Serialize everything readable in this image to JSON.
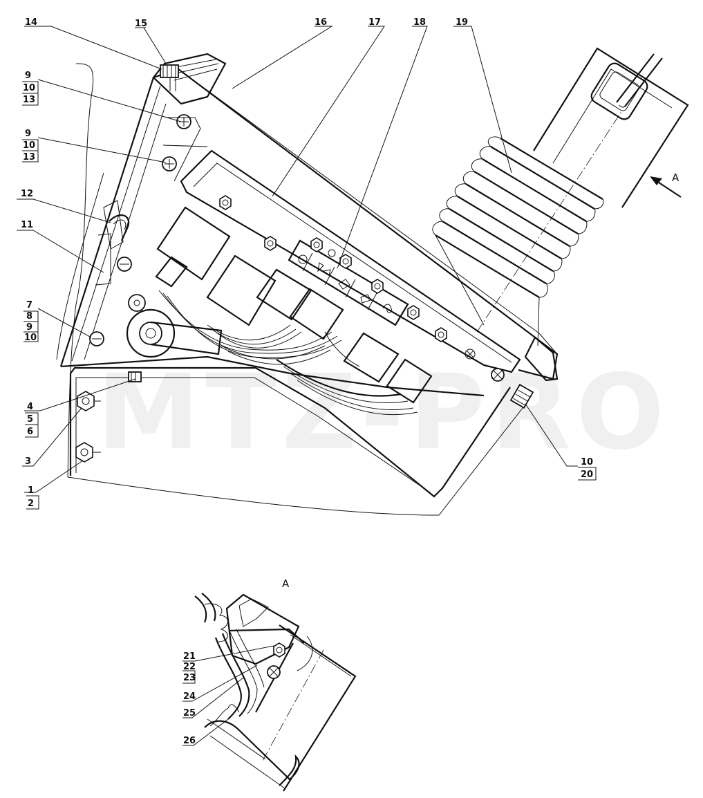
{
  "watermark": "MTZ-PRO",
  "view_label": "A",
  "view_arrow_label": "A",
  "callouts": {
    "c1": "1",
    "c2": "2",
    "c3": "3",
    "c4": "4",
    "c5": "5",
    "c6": "6",
    "c7": "7",
    "c8": "8",
    "c9a": "9",
    "c10a": "10",
    "c9b": "9",
    "c10b": "10",
    "c13b": "13",
    "c9c": "9",
    "c10c": "10",
    "c13c": "13",
    "c10d": "10",
    "c20": "20",
    "c11": "11",
    "c12": "12",
    "c14": "14",
    "c15": "15",
    "c16": "16",
    "c17": "17",
    "c18": "18",
    "c19": "19",
    "c21": "21",
    "c22": "22",
    "c23": "23",
    "c24": "24",
    "c25": "25",
    "c26": "26"
  }
}
